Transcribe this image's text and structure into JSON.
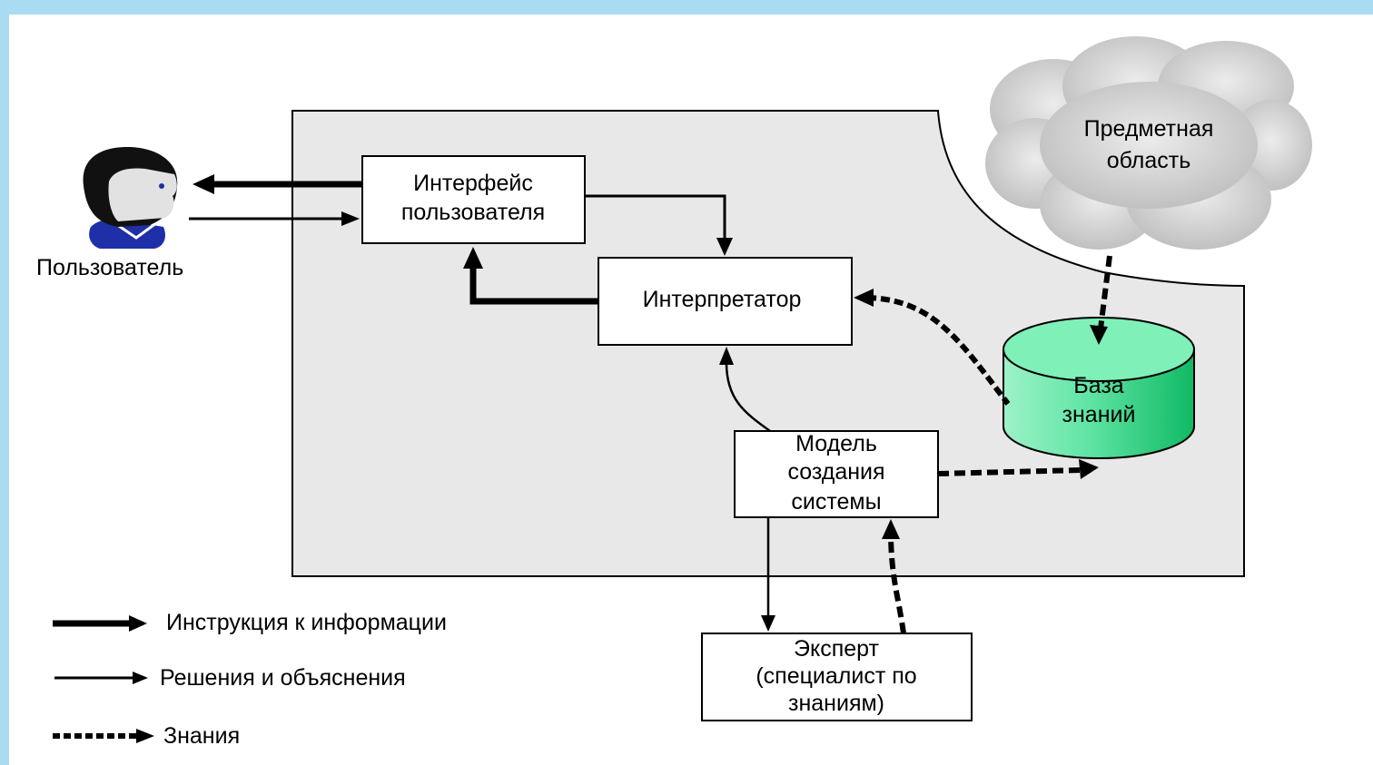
{
  "diagram": {
    "user": {
      "label": "Пользователь"
    },
    "domain": {
      "line1": "Предметная",
      "line2": "область"
    },
    "interface_box": {
      "line1": "Интерфейс",
      "line2": "пользователя"
    },
    "interpreter_box": {
      "label": "Интерпретатор"
    },
    "model_box": {
      "line1": "Модель",
      "line2": "создания",
      "line3": "системы"
    },
    "knowledge_base": {
      "line1": "База",
      "line2": "знаний"
    },
    "expert_box": {
      "line1": "Эксперт",
      "line2": "(специалист по",
      "line3": "знаниям)"
    },
    "legend": {
      "instruction": "Инструкция к информации",
      "decisions": "Решения и объяснения",
      "knowledge": "Знания"
    },
    "colors": {
      "page_border": "#a9dbf2",
      "system_area": "#e8e8e8",
      "knowledge_base_fill": "#21c87a",
      "cloud_fill": "#cfcfcf"
    }
  }
}
